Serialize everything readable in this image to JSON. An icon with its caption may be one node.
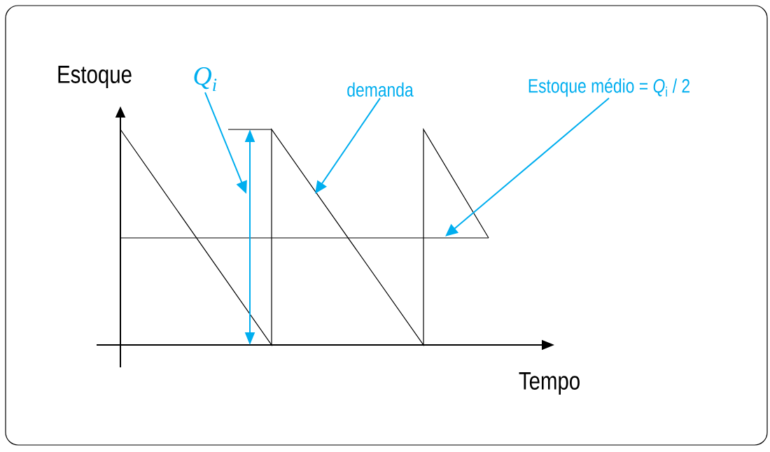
{
  "diagram": {
    "nodes": [
      {
        "text": [
          "Q$_{i}$"
        ]
      },
      {
        "text": [
          "demanda"
        ]
      },
      {
        "text": [
          "Estoque médio = *Q*$_{i}$ / 2"
        ]
      }
    ],
    "edges": [
      {
        "from": 0,
        "to": null,
        "arrow": "to"
      },
      {
        "from": 1,
        "to": null,
        "arrow": "to"
      },
      {
        "from": 2,
        "to": null,
        "arrow": "to"
      }
    ],
    "labels": [
      "Estoque",
      "Tempo"
    ]
  }
}
